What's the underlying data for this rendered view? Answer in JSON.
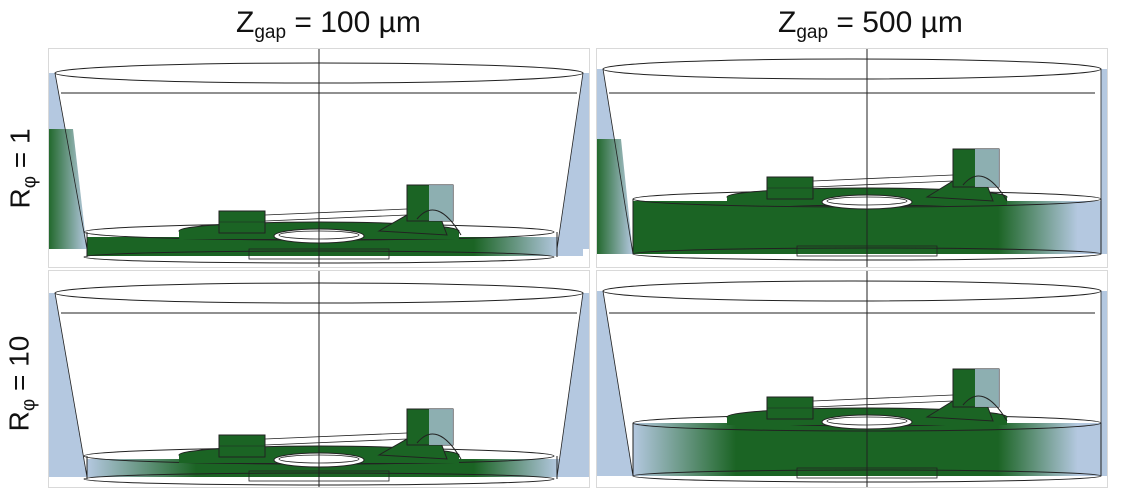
{
  "columns": [
    {
      "prefix": "Z",
      "sub": "gap",
      "suffix": " = 100 µm"
    },
    {
      "prefix": "Z",
      "sub": "gap",
      "suffix": " = 500 µm"
    }
  ],
  "rows": [
    {
      "prefix": "R",
      "sub": "φ",
      "suffix": " = 1"
    },
    {
      "prefix": "R",
      "sub": "φ",
      "suffix": " = 10"
    }
  ],
  "colors": {
    "fluid": "#1b6424",
    "buffer": "#b4c8e0",
    "outline": "#222222"
  }
}
